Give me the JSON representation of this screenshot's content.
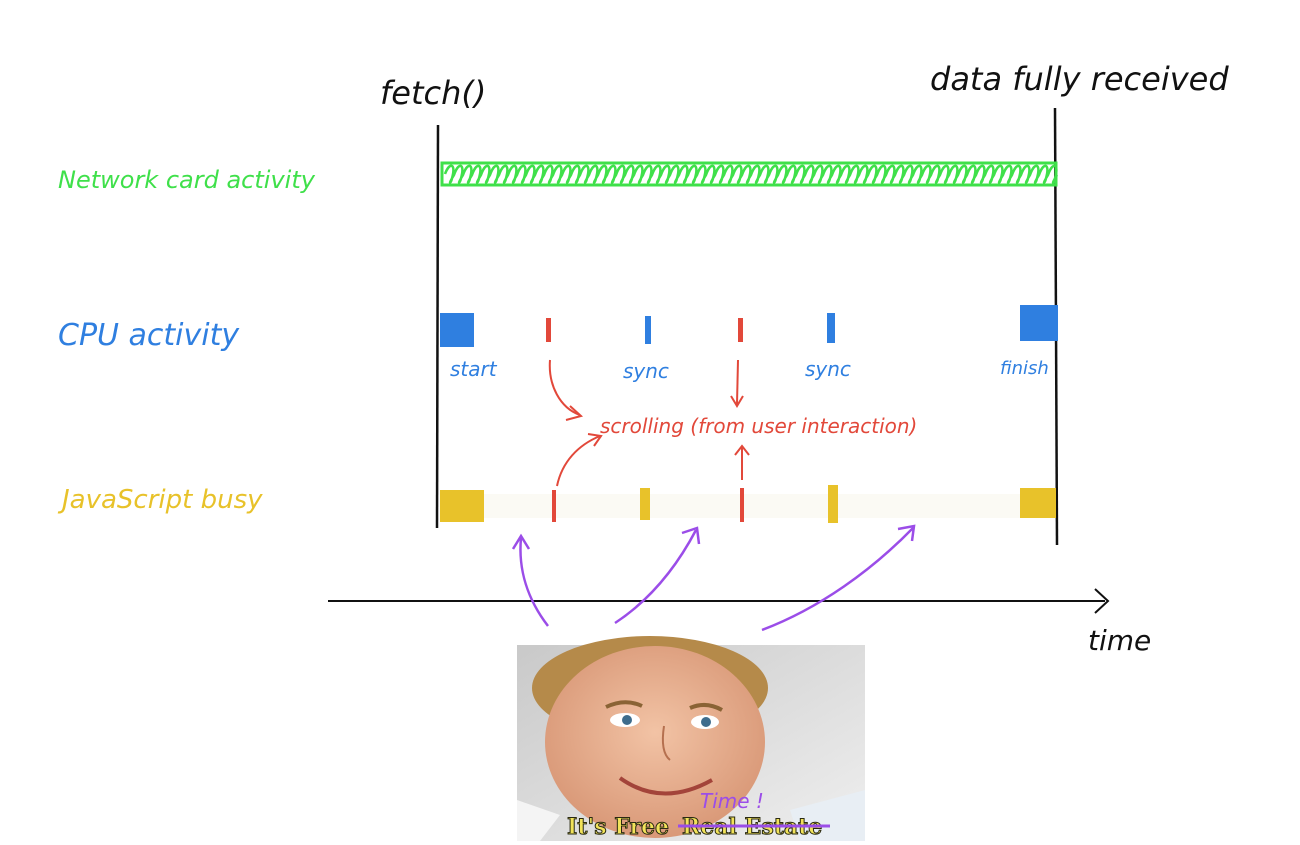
{
  "top_labels": {
    "start": "fetch()",
    "end": "data fully received"
  },
  "rows": {
    "network": {
      "label": "Network card activity",
      "color": "#3fe04a"
    },
    "cpu": {
      "label": "CPU activity",
      "color": "#2f7fe0"
    },
    "js": {
      "label": "JavaScript busy",
      "color": "#e8c22a"
    }
  },
  "cpu_marks": {
    "start": "start",
    "sync_1": "sync",
    "sync_2": "sync",
    "finish": "finish"
  },
  "scroll_note": {
    "text": "scrolling (from user interaction)",
    "color": "#e2483a"
  },
  "axis": {
    "label": "time"
  },
  "meme": {
    "caption_line": "It's Free",
    "struck_text": "Real Estate",
    "replacement": "Time !",
    "arrow_color": "#9b4de8"
  }
}
